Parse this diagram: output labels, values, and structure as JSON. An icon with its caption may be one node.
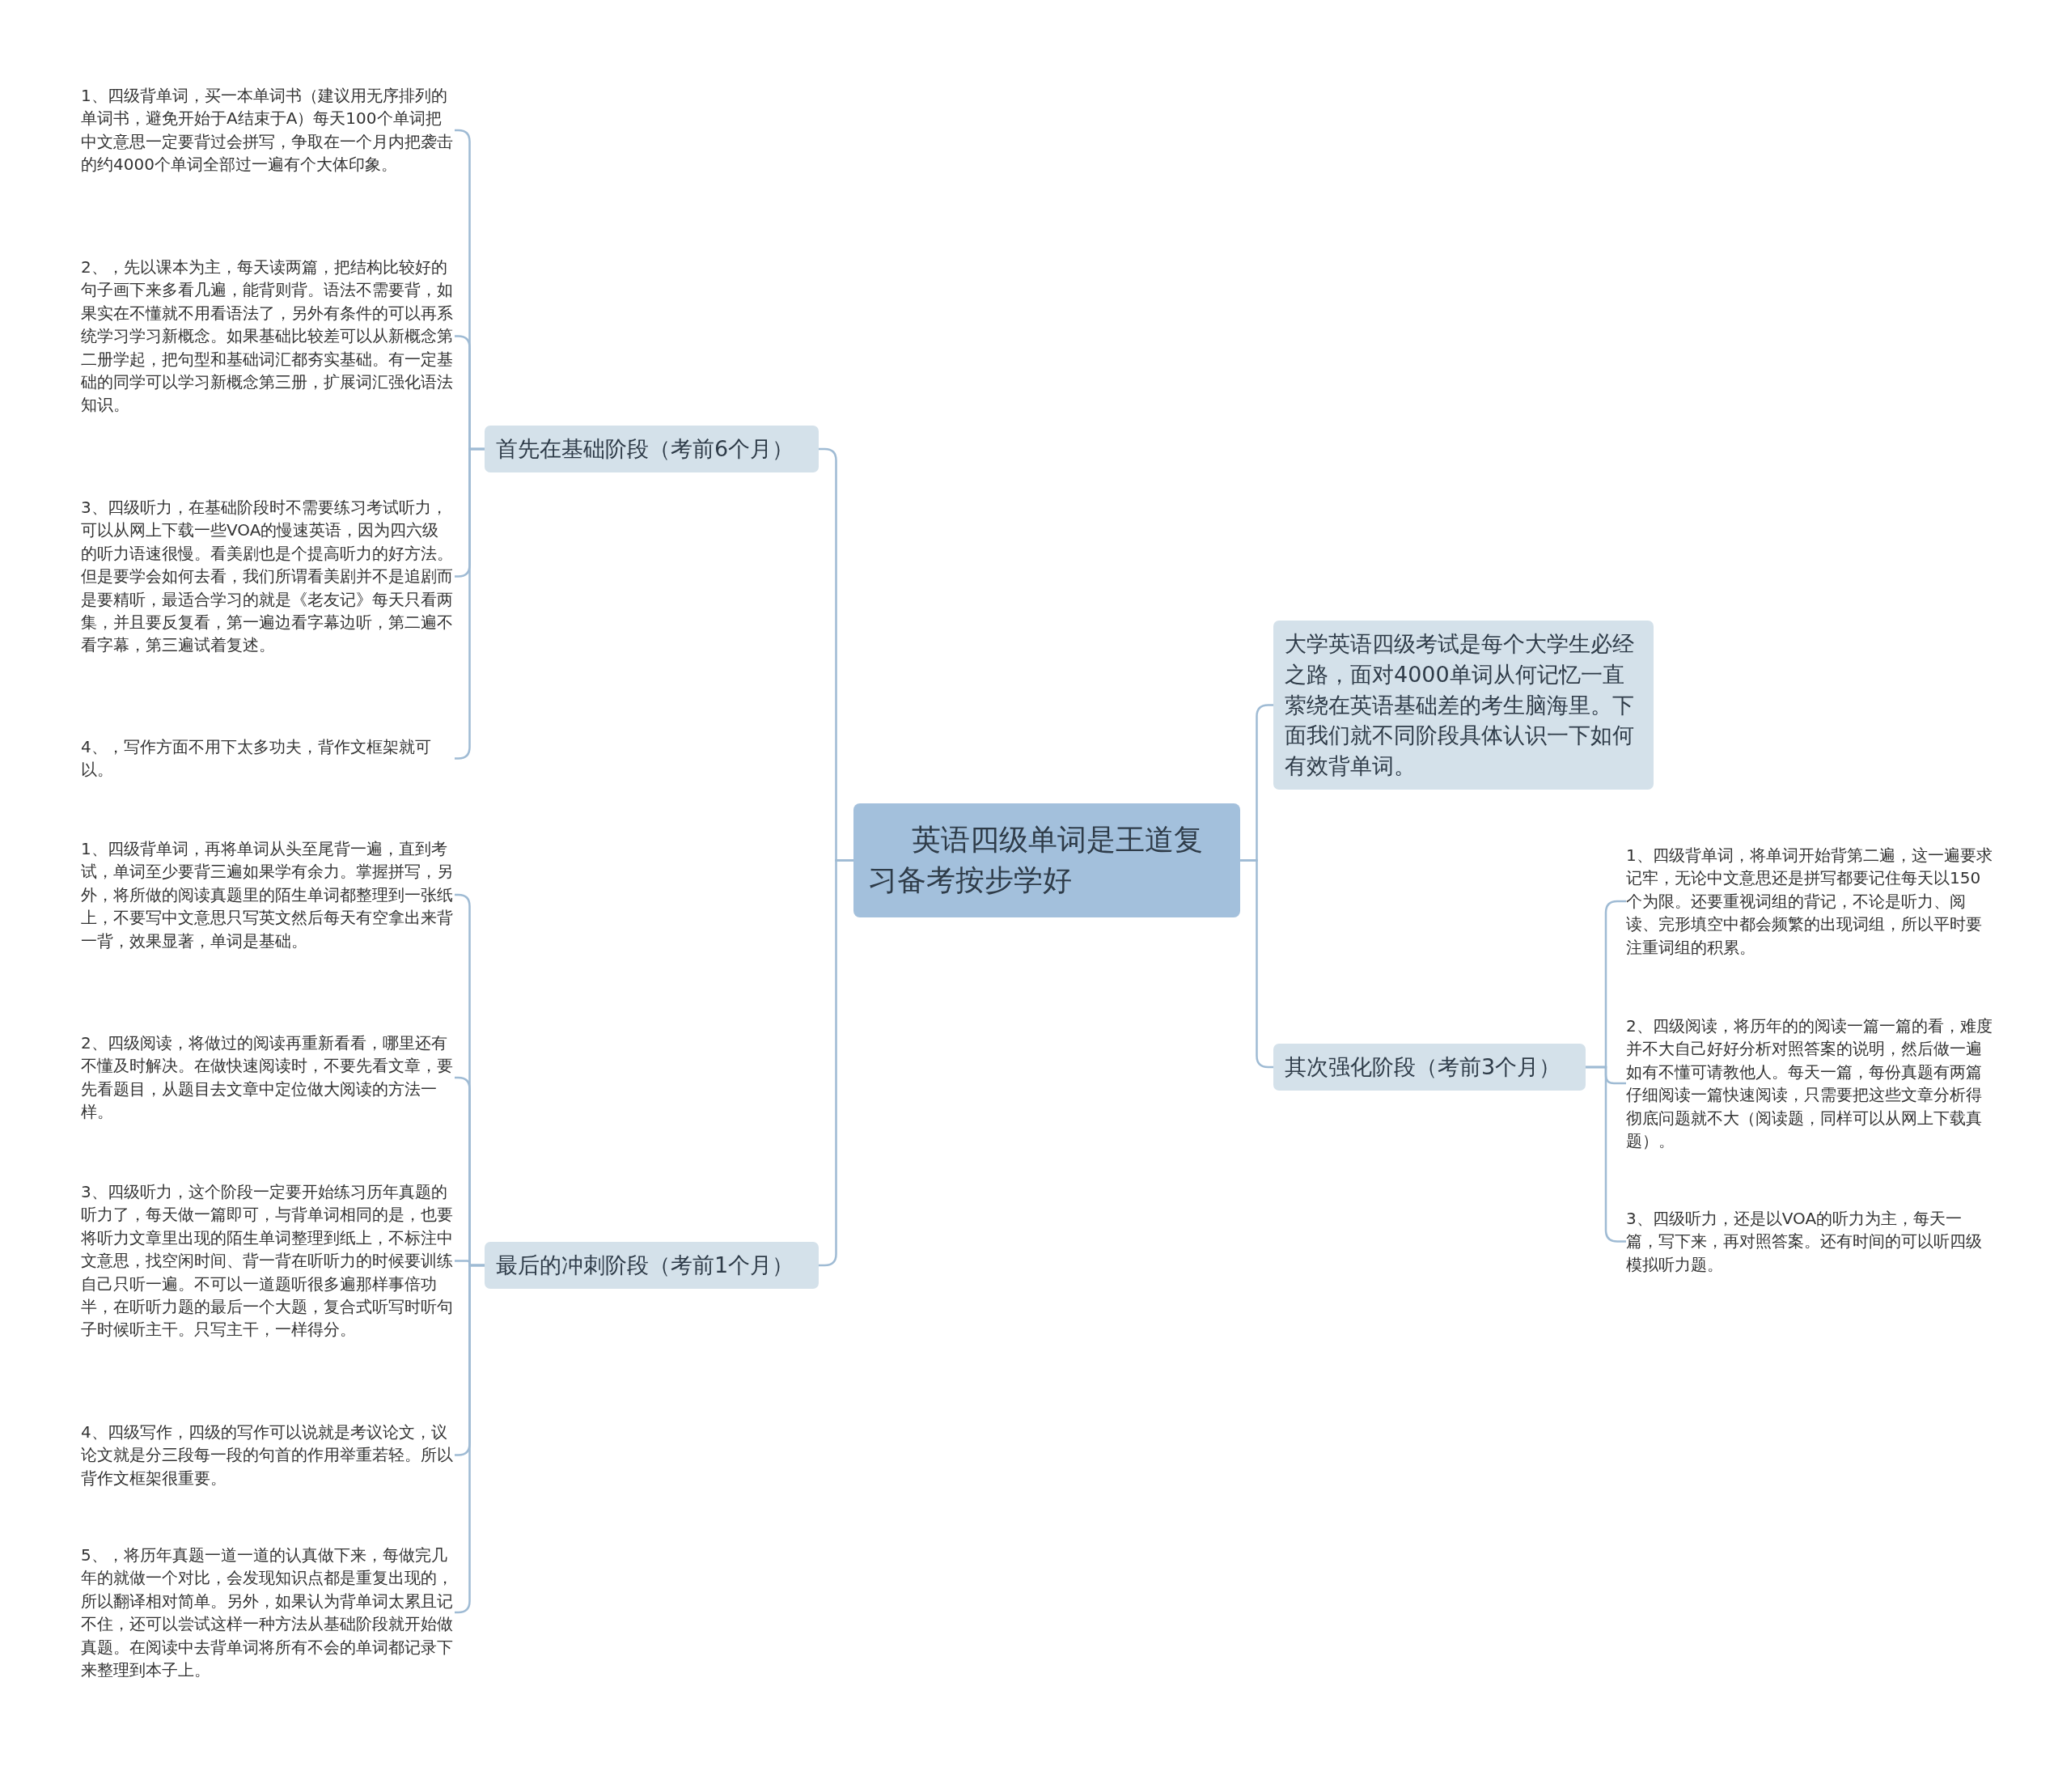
{
  "diagram": {
    "nodes": [
      {
        "text": [
          "英语四级单词是王道复习备考按步学好"
        ]
      },
      {
        "text": [
          "首先在基础阶段（考前6个月）"
        ]
      },
      {
        "text": [
          "1、四级背单词，买一本单词书（建议用无序排列的单词书，避免开始于A结束于A）每天100个单词把中文意思一定要背过会拼写，争取在一个月内把袭击的约4000个单词全部过一遍有个大体印象。"
        ]
      },
      {
        "text": [
          "2、，先以课本为主，每天读两篇，把结构比较好的句子画下来多看几遍，能背则背。语法不需要背，如果实在不懂就不用看语法了，另外有条件的可以再系统学习学习新概念。如果基础比较差可以从新概念第二册学起，把句型和基础词汇都夯实基础。有一定基础的同学可以学习新概念第三册，扩展词汇强化语法知识。"
        ]
      },
      {
        "text": [
          "3、四级听力，在基础阶段时不需要练习考试听力，可以从网上下载一些VOA的慢速英语，因为四六级的听力语速很慢。看美剧也是个提高听力的好方法。但是要学会如何去看，我们所谓看美剧并不是追剧而是要精听，最适合学习的就是《老友记》每天只看两集，并且要反复看，第一遍边看字幕边听，第二遍不看字幕，第三遍试着复述。"
        ]
      },
      {
        "text": [
          "4、，写作方面不用下太多功夫，背作文框架就可以。"
        ]
      },
      {
        "text": [
          "大学英语四级考试是每个大学生必经之路，面对4000单词从何记忆一直萦绕在英语基础差的考生脑海里。下面我们就不同阶段具体认识一下如何有效背单词。"
        ]
      },
      {
        "text": [
          "其次强化阶段（考前3个月）"
        ]
      },
      {
        "text": [
          "1、四级背单词，将单词开始背第二遍，这一遍要求记牢，无论中文意思还是拼写都要记住每天以150个为限。还要重视词组的背记，不论是听力、阅读、完形填空中都会频繁的出现词组，所以平时要注重词组的积累。"
        ]
      },
      {
        "text": [
          "2、四级阅读，将历年的的阅读一篇一篇的看，难度并不大自己好好分析对照答案的说明，然后做一遍如有不懂可请教他人。每天一篇，每份真题有两篇仔细阅读一篇快速阅读，只需要把这些文章分析得彻底问题就不大（阅读题，同样可以从网上下载真题）。"
        ]
      },
      {
        "text": [
          "3、四级听力，还是以VOA的听力为主，每天一篇，写下来，再对照答案。还有时间的可以听四级模拟听力题。"
        ]
      },
      {
        "text": [
          "最后的冲刺阶段（考前1个月）"
        ]
      },
      {
        "text": [
          "1、四级背单词，再将单词从头至尾背一遍，直到考试，单词至少要背三遍如果学有余力。掌握拼写，另外，将所做的阅读真题里的陌生单词都整理到一张纸上，不要写中文意思只写英文然后每天有空拿出来背一背，效果显著，单词是基础。"
        ]
      },
      {
        "text": [
          "2、四级阅读，将做过的阅读再重新看看，哪里还有不懂及时解决。在做快速阅读时，不要先看文章，要先看题目，从题目去文章中定位做大阅读的方法一样。"
        ]
      },
      {
        "text": [
          "3、四级听力，这个阶段一定要开始练习历年真题的听力了，每天做一篇即可，与背单词相同的是，也要将听力文章里出现的陌生单词整理到纸上，不标注中文意思，找空闲时间、背一背在听听力的时候要训练自己只听一遍。不可以一道题听很多遍那样事倍功半，在听听力题的最后一个大题，复合式听写时听句子时候听主干。只写主干，一样得分。"
        ]
      },
      {
        "text": [
          "4、四级写作，四级的写作可以说就是考议论文，议论文就是分三段每一段的句首的作用举重若轻。所以背作文框架很重要。"
        ]
      },
      {
        "text": [
          "5、，将历年真题一道一道的认真做下来，每做完几年的就做一个对比，会发现知识点都是重复出现的，所以翻译相对简单。另外，如果认为背单词太累且记不住，还可以尝试这样一种方法从基础阶段就开始做真题。在阅读中去背单词将所有不会的单词都记录下来整理到本子上。"
        ]
      }
    ],
    "edges": [
      {
        "from": 0,
        "to": 1,
        "arrow": "none"
      },
      {
        "from": 1,
        "to": 2,
        "arrow": "none"
      },
      {
        "from": 1,
        "to": 3,
        "arrow": "none"
      },
      {
        "from": 1,
        "to": 4,
        "arrow": "none"
      },
      {
        "from": 1,
        "to": 5,
        "arrow": "none"
      },
      {
        "from": 0,
        "to": 6,
        "arrow": "none"
      },
      {
        "from": 0,
        "to": 7,
        "arrow": "none"
      },
      {
        "from": 7,
        "to": 8,
        "arrow": "none"
      },
      {
        "from": 7,
        "to": 9,
        "arrow": "none"
      },
      {
        "from": 7,
        "to": 10,
        "arrow": "none"
      },
      {
        "from": 0,
        "to": 11,
        "arrow": "none"
      },
      {
        "from": 11,
        "to": 12,
        "arrow": "none"
      },
      {
        "from": 11,
        "to": 13,
        "arrow": "none"
      },
      {
        "from": 11,
        "to": 14,
        "arrow": "none"
      },
      {
        "from": 11,
        "to": 15,
        "arrow": "none"
      },
      {
        "from": 11,
        "to": 16,
        "arrow": "none"
      }
    ]
  }
}
